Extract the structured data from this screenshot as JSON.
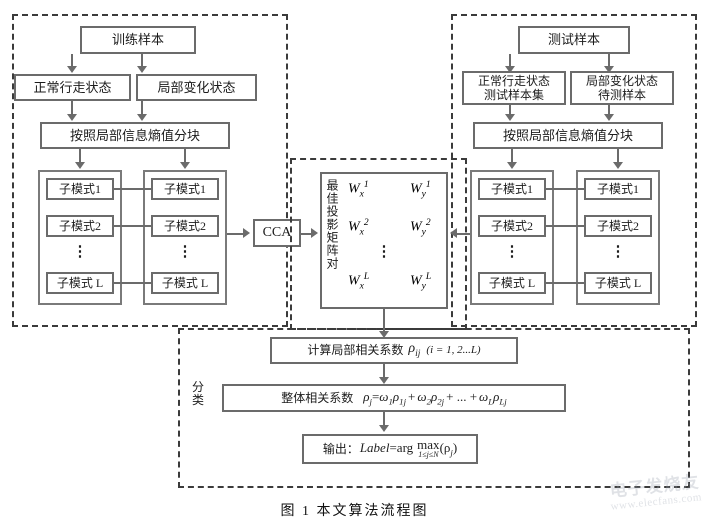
{
  "figure": {
    "caption": "图 1   本文算法流程图",
    "watermark_cn": "电子发烧友",
    "watermark_url": "www.elecfans.com"
  },
  "train_branch": {
    "region_label": "training-sample-region",
    "source": "训练样本",
    "states": [
      "正常行走状态",
      "局部变化状态"
    ],
    "block_step": "按照局部信息熵值分块",
    "submodes_left": [
      "子模式1",
      "子模式2",
      "⋮",
      "子模式 L"
    ],
    "submodes_right": [
      "子模式1",
      "子模式2",
      "⋮",
      "子模式 L"
    ]
  },
  "test_branch": {
    "region_label": "test-sample-region",
    "source": "测试样本",
    "states": [
      {
        "line1": "正常行走状态",
        "line2": "测试样本集"
      },
      {
        "line1": "局部变化状态",
        "line2": "待测样本"
      }
    ],
    "block_step": "按照局部信息熵值分块",
    "submodes_left": [
      "子模式1",
      "子模式2",
      "⋮",
      "子模式 L"
    ],
    "submodes_right": [
      "子模式1",
      "子模式2",
      "⋮",
      "子模式 L"
    ]
  },
  "cca": {
    "label": "CCA"
  },
  "projection": {
    "vertical_label": "最佳投影矩阵对",
    "wx": [
      "W x 1",
      "W x 2",
      "W x L"
    ],
    "wy": [
      "W y 1",
      "W y 2",
      "W y L"
    ],
    "wx_base": "W",
    "wy_base": "W",
    "wx_sub": "x",
    "wy_sub": "y",
    "sup_1": "1",
    "sup_2": "2",
    "sup_L": "L",
    "ellipsis": "⋮"
  },
  "classification": {
    "vertical_label_line1": "分",
    "vertical_label_line2": "类",
    "local_coef": {
      "prefix": "计算局部相关系数",
      "rho": "ρ",
      "rho_sub": "ij",
      "range": "(i = 1, 2...L)"
    },
    "global_coef": {
      "prefix": "整体相关系数",
      "formula": "ρ j = ω 1 ρ 1j + ω 2 ρ 2j + ... + ω L ρ Lj",
      "rho": "ρ",
      "omega": "ω",
      "eq": "=",
      "plus": "+",
      "dots": "+ ... +",
      "sub_j": "j",
      "sub_1": "1",
      "sub_2": "2",
      "sub_L": "L",
      "sub_1j": "1j",
      "sub_2j": "2j",
      "sub_Lj": "Lj"
    },
    "output": {
      "prefix": "输出：",
      "label_term": "Label",
      "eq": "=",
      "arg": "arg",
      "max": "max",
      "arg_of": "(ρ",
      "arg_sub": "j",
      "close": ")",
      "constraint": "1≤j≤N"
    }
  },
  "colors": {
    "box_border": "#6b6b6b",
    "dash_border": "#3b3b3b",
    "text": "#1c1c1c",
    "background": "#ffffff"
  }
}
